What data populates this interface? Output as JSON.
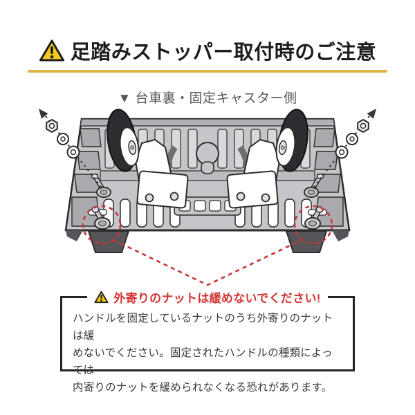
{
  "header": {
    "title": "足踏みストッパー取付時のご注意",
    "icon": "warning-triangle",
    "accent_rule_color": "#e2b344",
    "title_color": "#1d1d1d"
  },
  "diagram": {
    "caption": "▼ 台車裏・固定キャスター側",
    "caption_marker_icon": "down-triangle",
    "content": "underside of hand cart showing two fixed casters, exploded nut-and-washer hardware on dashed arrows at both upper corners, and red dashed circles highlighting the outer nuts at both bottom corners with dashed pointer lines converging to the warning box",
    "highlight_color": "#c8343a"
  },
  "warning_box": {
    "icon": "warning-triangle",
    "title": "外寄りのナットは緩めないでください!",
    "title_color": "#d23434",
    "body_lines": [
      "ハンドルを固定しているナットのうち外寄りのナットは緩",
      "めないでください。固定されたハンドルの種類によっては",
      "内寄りのナットを緩められなくなる恐れがあります。"
    ]
  },
  "colors": {
    "warning_yellow": "#f8c81c",
    "gold_rule": "#e2b344",
    "highlight_red": "#c8343a",
    "deck_gray": "#c6c6ca",
    "wheel_black": "#2d2d31"
  }
}
